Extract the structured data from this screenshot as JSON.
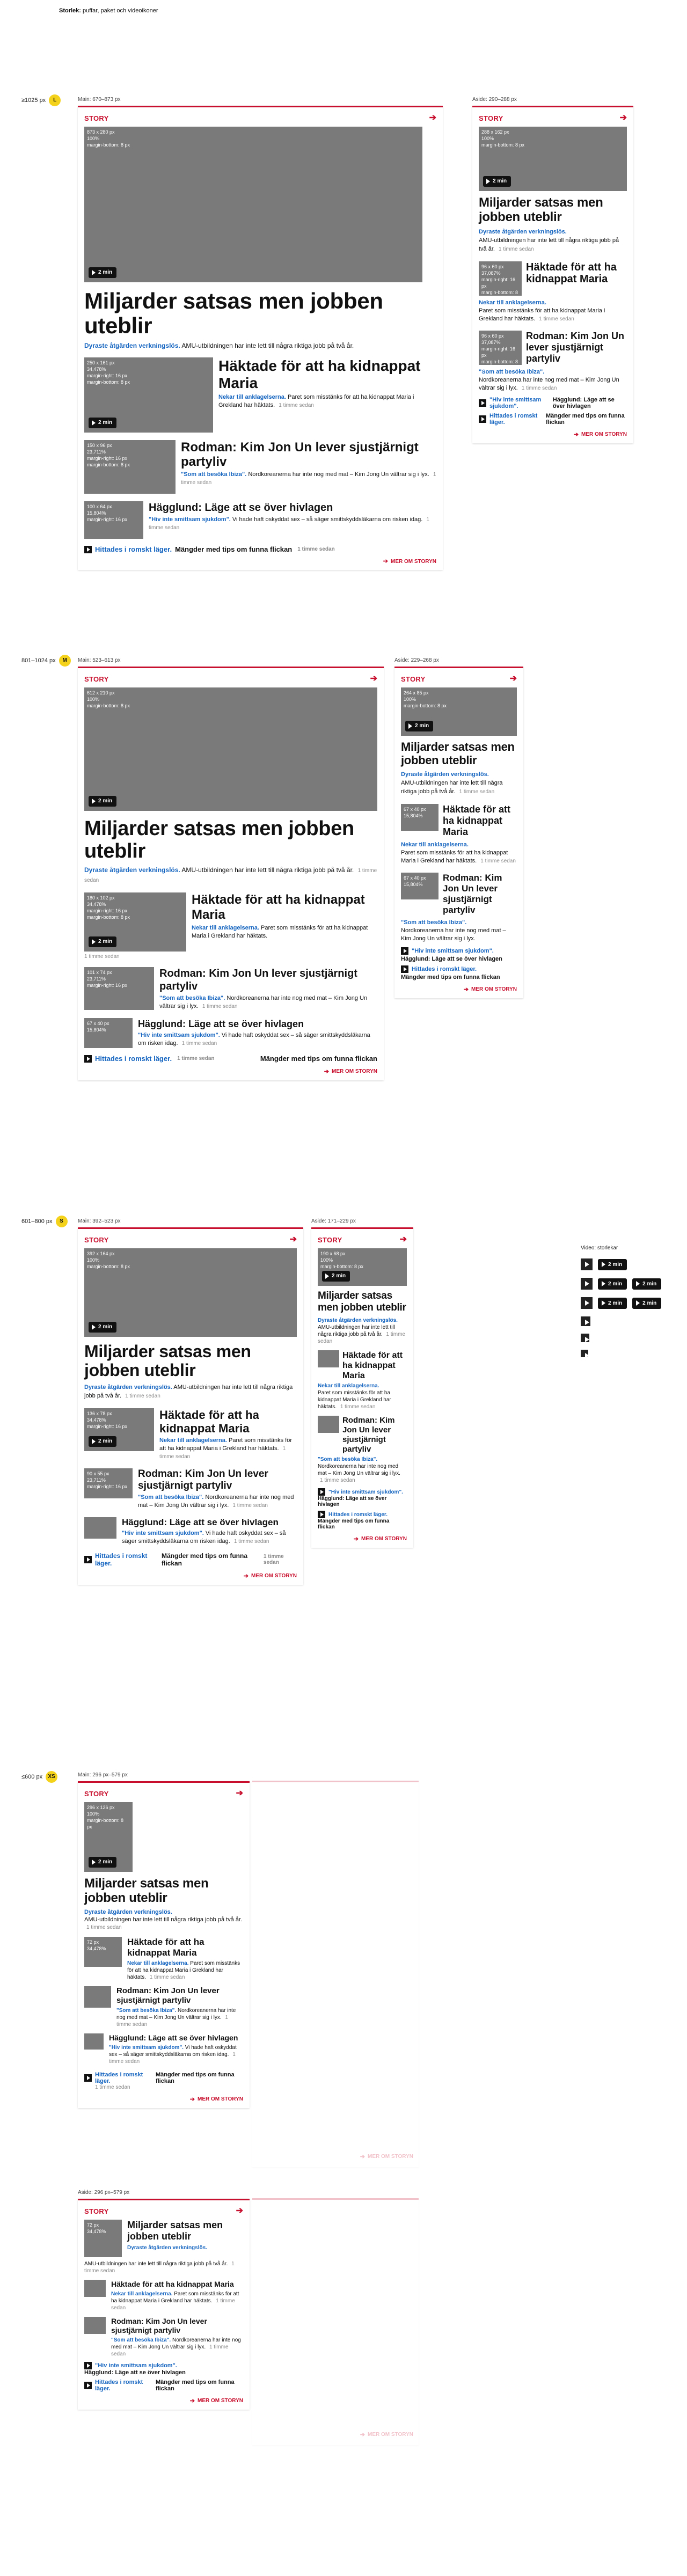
{
  "header": {
    "title": "Storlek:",
    "subtitle": "puffar, paket och videoikoner"
  },
  "breakpoints": [
    {
      "label": "≥1025 px",
      "badge": "L"
    },
    {
      "label": "801–1024 px",
      "badge": "M"
    },
    {
      "label": "601–800 px",
      "badge": "S"
    },
    {
      "label": "≤600 px",
      "badge": "XS"
    }
  ],
  "cols": {
    "main_L": "Main: 670–873 px",
    "aside_L": "Aside: 290–288 px",
    "main_M": "Main: 523–613 px",
    "aside_M": "Aside: 229–268 px",
    "main_S": "Main: 392–523 px",
    "aside_S": "Aside: 171–229 px",
    "main_XS1": "Main: 296 px–579 px",
    "main_XS2": "Aside: 296 px–579 px"
  },
  "story": {
    "label": "STORY",
    "arrow": "➔",
    "main_title": "Miljarder satsas men jobben uteblir",
    "main_kicker": "Dyraste åtgärden verkningslös.",
    "main_text": "AMU-utbildningen har inte lett till några riktiga jobb på två år.",
    "time": "1 timme sedan",
    "sub1_title": "Häktade för att ha kidnappat Maria",
    "sub1_kicker": "Nekar till anklagelserna.",
    "sub1_text": "Paret som misstänks för att ha kidnappat Maria i Grekland har häktats.",
    "sub2_title": "Rodman: Kim Jon Un lever sjustjärnigt partyliv",
    "sub2_kicker": "\"Som att besöka Ibiza\".",
    "sub2_text": "Nordkoreanerna har inte nog med mat – Kim Jong Un vältrar sig i lyx.",
    "sub3_title": "Hägglund: Läge att se över hivlagen",
    "sub3_kicker": "\"Hiv inte smittsam sjukdom\".",
    "sub3_text": "Vi hade haft oskyddat sex – så säger smittskyddsläkarna om risken idag.",
    "link_blue": "Hittades i romskt läger.",
    "link_text": "Mängder med tips om funna flickan",
    "more": "MER OM STORYN",
    "play": "2 min",
    "play_short": "2 min"
  },
  "img_meta": {
    "L_main": "873 x 280 px\n100%\nmargin-bottom: 8 px",
    "L_sub1": "250 x 161 px\n34,478%\nmargin-right: 16 px\nmargin-bottom: 8 px",
    "L_sub2": "150 x 96 px\n23,711%\nmargin-right: 16 px\nmargin-bottom: 8 px",
    "L_sub3": "100 x 64 px\n15,804%\nmargin-right: 16 px",
    "L_aside": "288 x 162 px\n100%\nmargin-bottom: 8 px",
    "L_aside2": "96 x 60 px\n37,087%\nmargin-right: 16 px\nmargin-bottom: 8 px",
    "M_main": "612 x 210 px\n100%\nmargin-bottom: 8 px",
    "M_sub1": "180 x 102 px\n34,478%\nmargin-right: 16 px\nmargin-bottom: 8 px",
    "M_sub2": "101 x 74 px\n23,711%\nmargin-right: 16 px",
    "M_sub3": "67 x 40 px\n15,804%",
    "M_aside": "264 x 85 px\n100%\nmargin-bottom: 8 px",
    "S_main": "392 x 164 px\n100%\nmargin-bottom: 8 px",
    "S_sub1": "136 x 78 px\n34,478%\nmargin-right: 16 px",
    "S_sub2": "90 x 55 px\n23,711%\nmargin-right: 16 px",
    "S_aside": "190 x 68 px\n100%\nmargin-bottom: 8 px",
    "XS_main": "296 x 126 px\n100%\nmargin-bottom: 8 px",
    "XS_thumb": "72 px\n34,478%"
  },
  "video_strip": {
    "label": "Video: storlekar",
    "chips": [
      "2 min",
      "2 min",
      "2 min",
      "2 min",
      "2 min"
    ]
  },
  "colors": {
    "accent": "#c8102e",
    "link": "#1565c0",
    "badge": "#f4d21c",
    "image": "#7a7a7a"
  }
}
